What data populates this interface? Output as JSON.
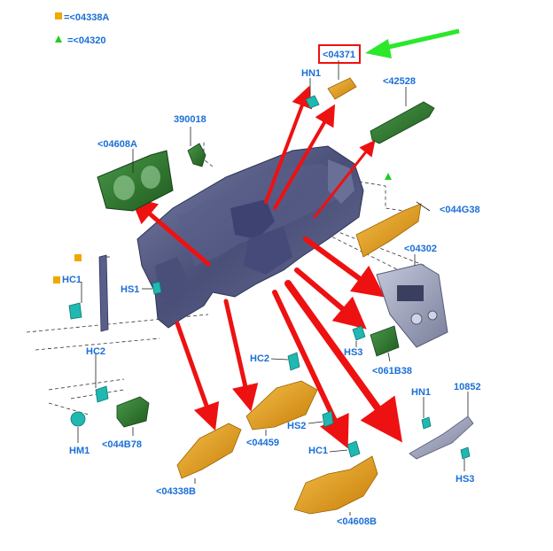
{
  "legend": {
    "orange_square_label": "=<04338A",
    "green_triangle_label": "=<04320"
  },
  "colors": {
    "label_blue": "#1a6fd6",
    "arrow_red": "#ee1111",
    "arrow_green": "#2be82b",
    "part_orange": "#e8a21a",
    "part_green": "#2f7a2f",
    "part_teal": "#20b8b0",
    "part_gray": "#8a8fa8",
    "highlight_box": "#ee1111"
  },
  "labels": {
    "p04371": "<04371",
    "hn1_top": "HN1",
    "p42528": "<42528",
    "p390018": "390018",
    "p04608A": "<04608A",
    "p044G38": "<044G38",
    "p04302": "<04302",
    "hc1_left": "HC1",
    "hs1": "HS1",
    "hs3_mid": "HS3",
    "p061B38": "<061B38",
    "hc2_left": "HC2",
    "hm1": "HM1",
    "p044B78": "<044B78",
    "hc2_mid": "HC2",
    "hs2": "HS2",
    "p04459": "<04459",
    "hn1_right": "HN1",
    "p10852": "10852",
    "hs3_right": "HS3",
    "hc1_mid": "HC1",
    "p04338B": "<04338B",
    "p04608B": "<04608B"
  }
}
